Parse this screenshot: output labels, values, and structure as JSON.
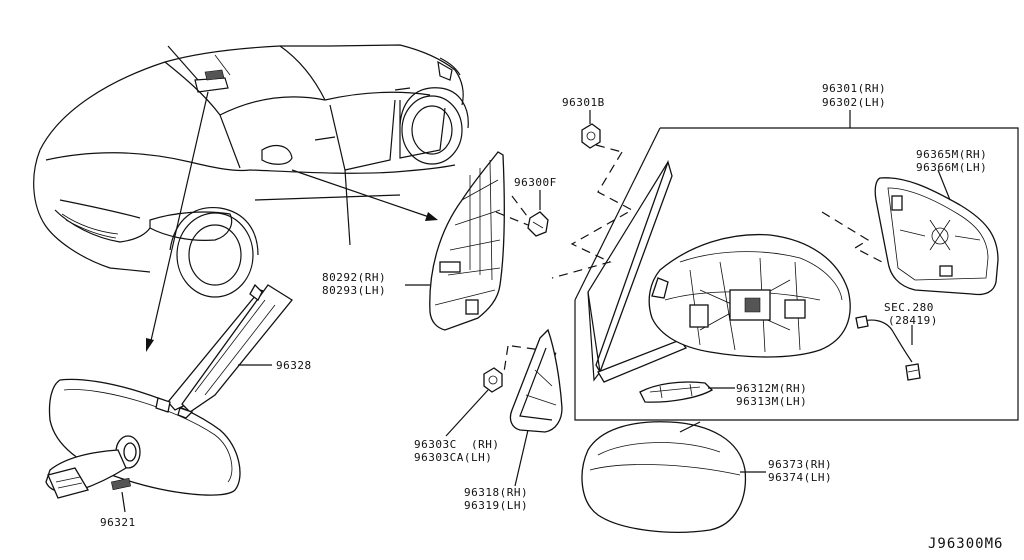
{
  "labels": {
    "p96301b": "96301B",
    "p96301rh": "96301(RH)",
    "p96302lh": "96302(LH)",
    "p96365m": "96365M(RH)",
    "p96366m": "96366M(LH)",
    "p96300f": "96300F",
    "p80292": "80292(RH)",
    "p80293": "80293(LH)",
    "sec280": "SEC.280",
    "sec28419": "(28419)",
    "p96328": "96328",
    "p96312m": "96312M(RH)",
    "p96313m": "96313M(LH)",
    "p96303c": "96303C  (RH)",
    "p96303ca": "96303CA(LH)",
    "p96373": "96373(RH)",
    "p96374": "96374(LH)",
    "p96318": "96318(RH)",
    "p96319": "96319(LH)",
    "p96321": "96321"
  },
  "diagram_id": "J96300M6"
}
